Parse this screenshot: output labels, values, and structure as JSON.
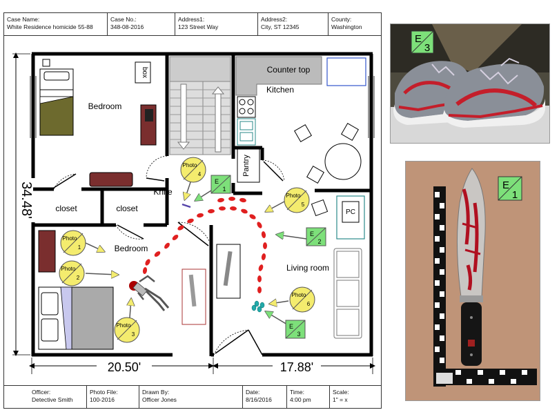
{
  "header": {
    "case_name_label": "Case Name:",
    "case_name": "White Residence homicide 55-88",
    "case_no_label": "Case No.:",
    "case_no": "348-08-2016",
    "address1_label": "Address1:",
    "address1": "123 Street Way",
    "address2_label": "Address2:",
    "address2": "City, ST 12345",
    "county_label": "County:",
    "county": "Washington"
  },
  "footer": {
    "officer_label": "Officer:",
    "officer": "Detective Smith",
    "photo_file_label": "Photo File:",
    "photo_file": "100-2016",
    "drawn_by_label": "Drawn By:",
    "drawn_by": "Officer Jones",
    "date_label": "Date:",
    "date": "8/16/2016",
    "time_label": "Time:",
    "time": "4:00 pm",
    "scale_label": "Scale:",
    "scale": "1\" = x"
  },
  "dimensions": {
    "height": "34.48'",
    "width_left": "20.50'",
    "width_right": "17.88'"
  },
  "rooms": {
    "bedroom_top": "Bedroom",
    "bedroom_bottom": "Bedroom",
    "closet_left": "closet",
    "closet_right": "closet",
    "kitchen": "Kitchen",
    "counter_top": "Counter top",
    "pantry": "Pantry",
    "living_room": "Living room",
    "box": "box",
    "pc": "PC",
    "knife": "Knife"
  },
  "markers": {
    "photo_word": "Photo",
    "photo_numbers": [
      "1",
      "2",
      "3",
      "4",
      "5",
      "6"
    ],
    "evidence_letter": "E",
    "evidence_numbers": [
      "1",
      "2",
      "3"
    ]
  },
  "photo_labels": {
    "shoes_letter": "E",
    "shoes_number": "3",
    "knife_letter": "E",
    "knife_number": "1"
  },
  "colors": {
    "photo_marker": "#f4ec6e",
    "evidence_marker": "#7de07a",
    "blood_trail": "#e02020",
    "bed": "#6d6a2e",
    "furniture": "#7a2e2e",
    "wall": "#000000"
  }
}
